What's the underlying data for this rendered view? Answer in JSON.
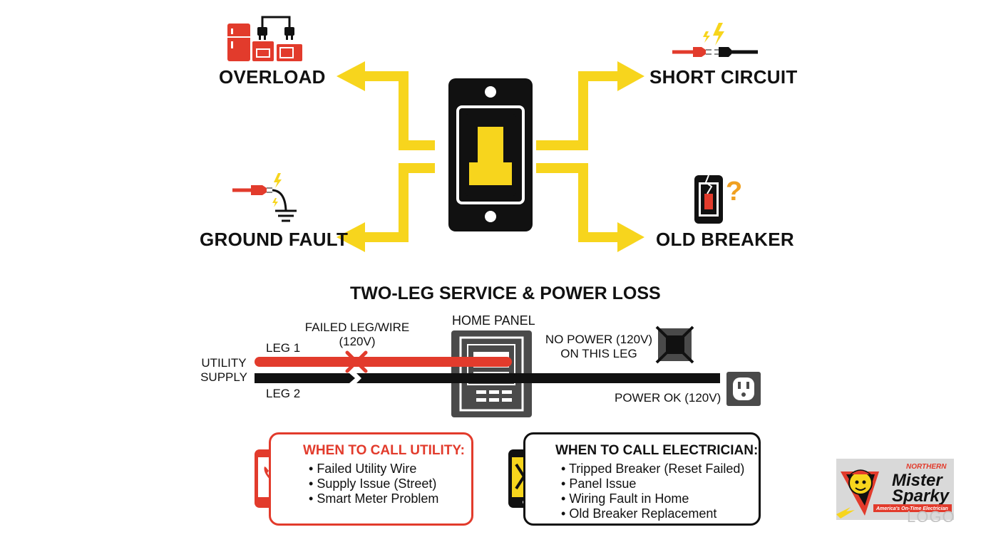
{
  "causes": {
    "overload": "OVERLOAD",
    "short_circuit": "SHORT CIRCUIT",
    "ground_fault": "GROUND FAULT",
    "old_breaker": "OLD BREAKER"
  },
  "section_title": "TWO-LEG SERVICE & POWER LOSS",
  "diagram": {
    "failed_leg": "FAILED LEG/WIRE",
    "failed_leg_voltage": "(120V)",
    "home_panel": "HOME PANEL",
    "leg1": "LEG 1",
    "leg2": "LEG 2",
    "utility_supply_1": "UTILITY",
    "utility_supply_2": "SUPPLY",
    "no_power_1": "NO POWER (120V)",
    "no_power_2": "ON THIS LEG",
    "power_ok": "POWER OK (120V)"
  },
  "utility_card": {
    "title": "WHEN TO CALL UTILITY:",
    "items": [
      "Failed Utility Wire",
      "Supply Issue (Street)",
      "Smart Meter Problem"
    ]
  },
  "electrician_card": {
    "title": "WHEN TO CALL ELECTRICIAN:",
    "items": [
      "Tripped Breaker (Reset Failed)",
      "Panel Issue",
      "Wiring Fault in Home",
      "Old Breaker Replacement"
    ]
  },
  "logo": {
    "brand_top": "NORTHERN",
    "brand_line1": "Mister",
    "brand_line2": "Sparky",
    "tagline": "America's On-Time Electrician",
    "placeholder": "LOGO"
  },
  "colors": {
    "yellow": "#f7d51d",
    "red": "#e23b2c",
    "black": "#111111",
    "gray": "#4a4a4a",
    "orange": "#f0a020"
  }
}
